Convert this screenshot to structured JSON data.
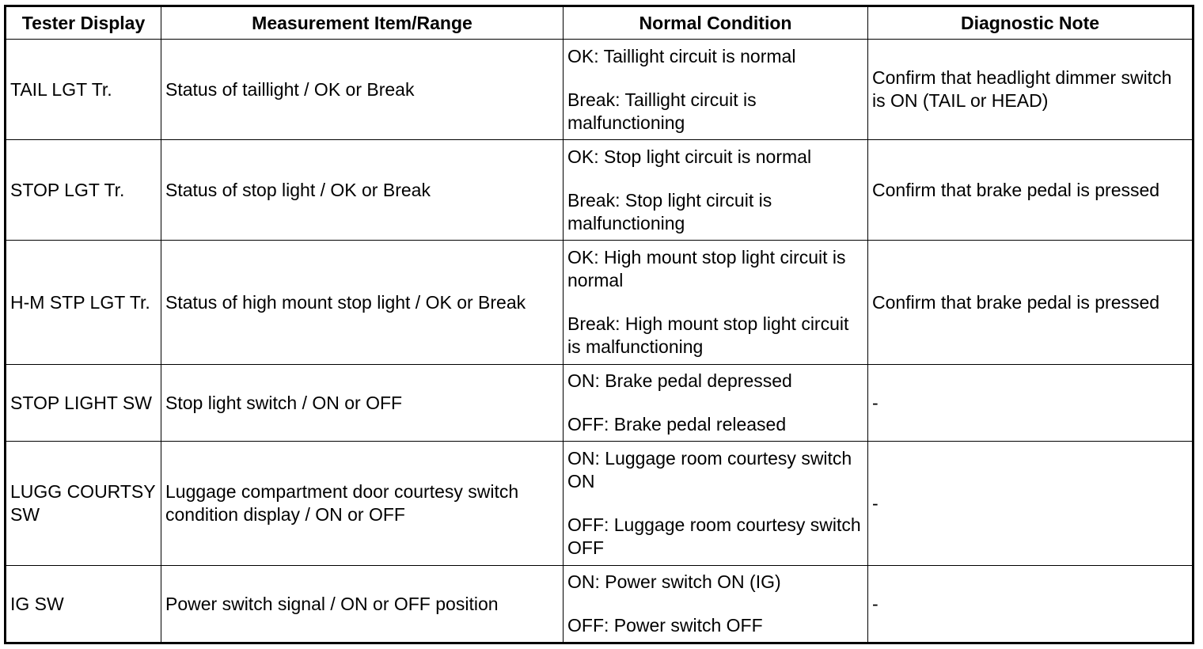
{
  "table": {
    "headers": [
      "Tester Display",
      "Measurement Item/Range",
      "Normal Condition",
      "Diagnostic Note"
    ],
    "rows": [
      {
        "tester_display": "TAIL LGT Tr.",
        "measurement": "Status of taillight / OK or Break",
        "normal_condition": [
          "OK: Taillight circuit is normal",
          "Break: Taillight circuit is malfunctioning"
        ],
        "diagnostic_note": "Confirm that headlight dimmer switch is ON (TAIL or HEAD)"
      },
      {
        "tester_display": "STOP LGT Tr.",
        "measurement": "Status of stop light / OK or Break",
        "normal_condition": [
          "OK: Stop light circuit is normal",
          "Break: Stop light circuit is malfunctioning"
        ],
        "diagnostic_note": "Confirm that brake pedal is pressed"
      },
      {
        "tester_display": "H-M STP LGT Tr.",
        "measurement": "Status of high mount stop light / OK or Break",
        "normal_condition": [
          "OK: High mount stop light circuit is normal",
          "Break: High mount stop light circuit is malfunctioning"
        ],
        "diagnostic_note": "Confirm that brake pedal is pressed"
      },
      {
        "tester_display": "STOP LIGHT SW",
        "measurement": "Stop light switch / ON or OFF",
        "normal_condition": [
          "ON: Brake pedal depressed",
          "OFF: Brake pedal released"
        ],
        "diagnostic_note": "-"
      },
      {
        "tester_display": "LUGG COURTSY SW",
        "measurement": "Luggage compartment door courtesy switch condition display / ON or OFF",
        "normal_condition": [
          "ON: Luggage room courtesy switch ON",
          "OFF: Luggage room courtesy switch OFF"
        ],
        "diagnostic_note": "-"
      },
      {
        "tester_display": "IG SW",
        "measurement": "Power switch signal / ON or OFF position",
        "normal_condition": [
          "ON: Power switch ON (IG)",
          "OFF: Power switch OFF"
        ],
        "diagnostic_note": "-"
      }
    ]
  }
}
